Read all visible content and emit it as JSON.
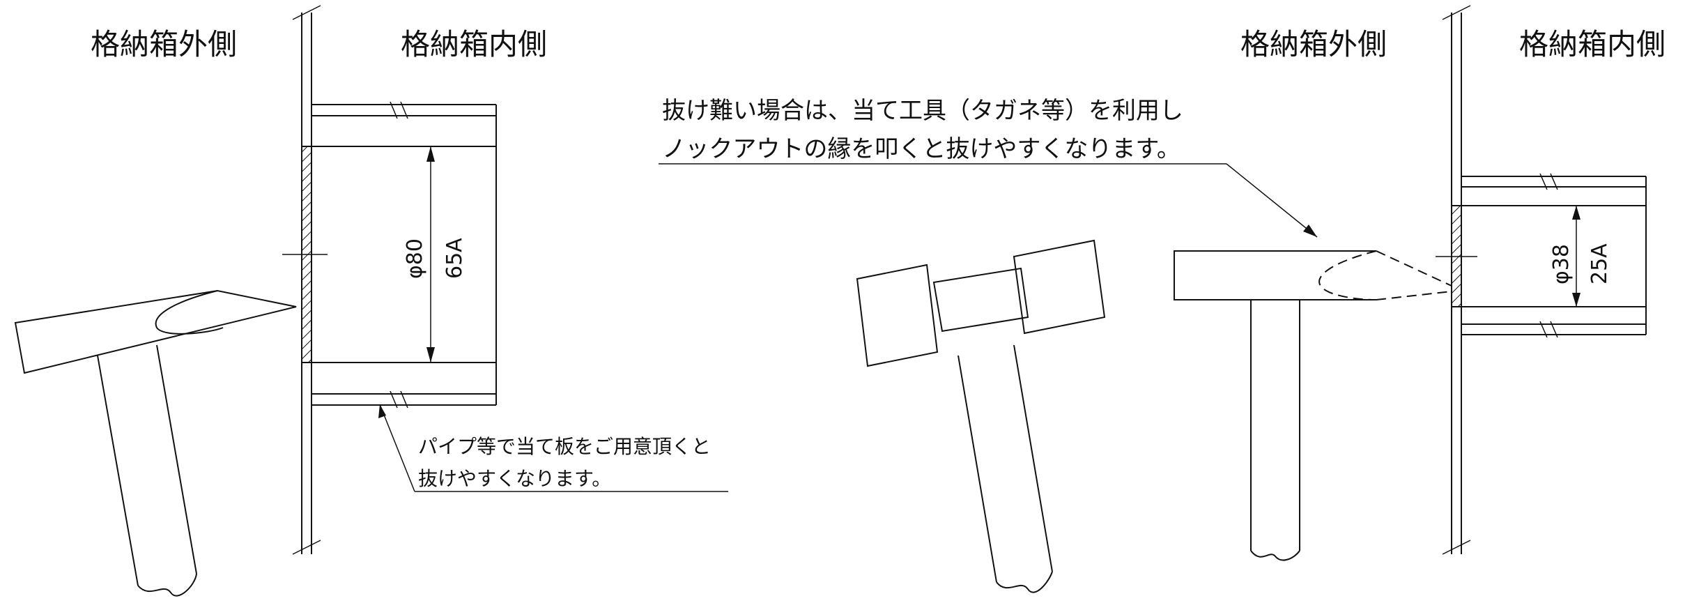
{
  "left_figure": {
    "outside_label": "格納箱外側",
    "inside_label": "格納箱内側",
    "dim_diameter": "φ80",
    "dim_nominal": "65A",
    "note_line1": "パイプ等で当て板をご用意頂くと",
    "note_line2": "抜けやすくなります。"
  },
  "right_figure": {
    "outside_label": "格納箱外側",
    "inside_label": "格納箱内側",
    "dim_diameter": "φ38",
    "dim_nominal": "25A",
    "note_line1": "抜け難い場合は、当て工具（タガネ等）を利用し",
    "note_line2": "ノックアウトの縁を叩くと抜けやすくなります。"
  }
}
